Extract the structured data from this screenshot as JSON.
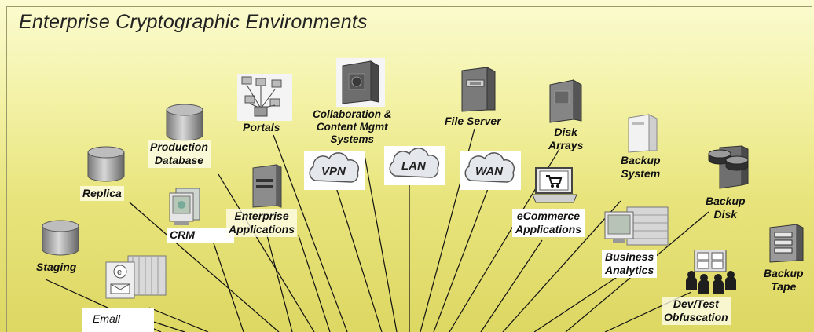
{
  "title": "Enterprise Cryptographic Environments",
  "labels": {
    "staging": "Staging",
    "replica": "Replica",
    "production_database": "Production\nDatabase",
    "crm": "CRM",
    "email": "Email",
    "portals": "Portals",
    "enterprise_applications": "Enterprise\nApplications",
    "collaboration": "Collaboration &\nContent Mgmt\nSystems",
    "vpn": "VPN",
    "lan": "LAN",
    "wan": "WAN",
    "file_server": "File Server",
    "disk_arrays": "Disk\nArrays",
    "ecommerce": "eCommerce\nApplications",
    "backup_system": "Backup\nSystem",
    "business_analytics": "Business\nAnalytics",
    "backup_disk": "Backup\nDisk",
    "dev_test": "Dev/Test\nObfuscation",
    "backup_tape": "Backup\nTape"
  },
  "colors": {
    "background_top": "#fbfbd0",
    "background_bottom": "#ddd763",
    "ray": "#111111"
  },
  "icons": [
    "database-icon",
    "server-tower-icon",
    "cloud-icon",
    "monitor-icon",
    "email-icon",
    "portals-icon",
    "disk-array-icon",
    "tape-library-icon",
    "people-icon",
    "shopping-cart-icon"
  ]
}
